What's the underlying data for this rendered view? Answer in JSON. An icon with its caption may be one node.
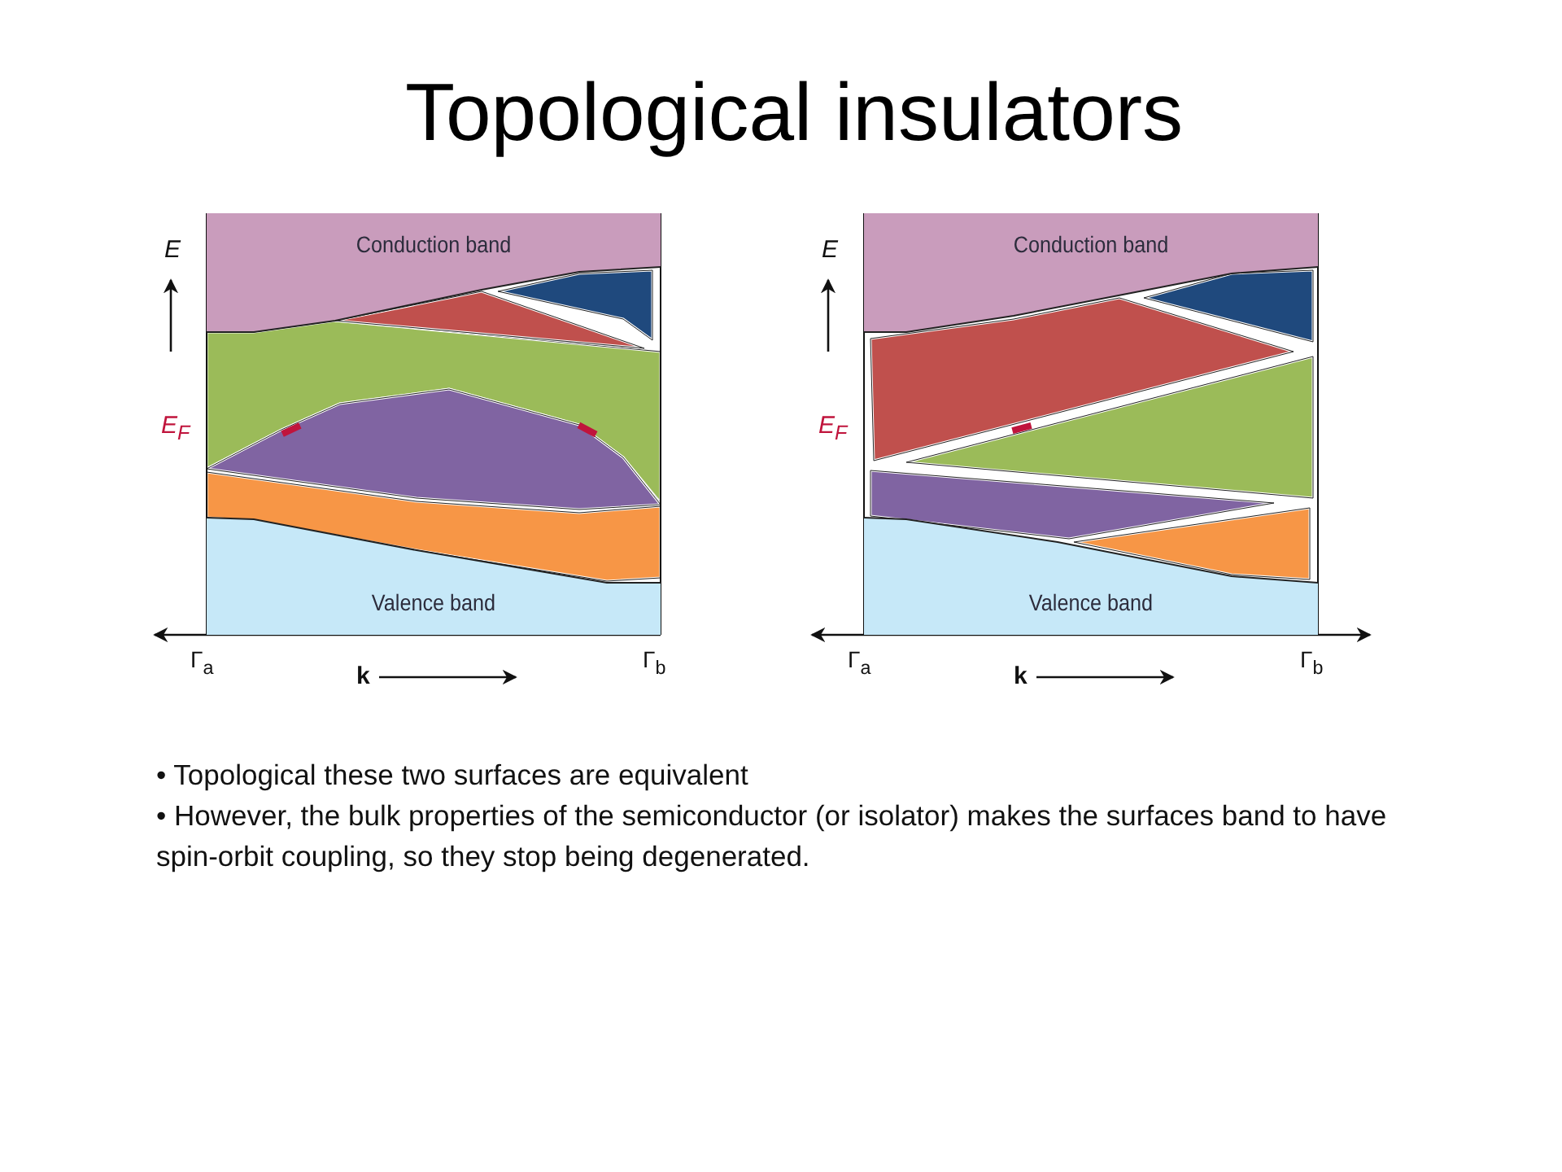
{
  "diagram": {
    "title": "Topological insulators",
    "nodes": [
      {
        "text": [
          "Conduction band"
        ]
      },
      {
        "text": [
          "Conduction band"
        ]
      },
      {
        "text": [
          "Valence band"
        ]
      },
      {
        "text": [
          "Valence band"
        ]
      }
    ],
    "labels": [
      "E",
      "E$_{F}$",
      "Γ$_{a}$",
      "k",
      "Γ$_{b}$",
      "E",
      "E$_{F}$",
      "Γ$_{a}$",
      "k",
      "Γ$_{b}$",
      "• Topological these two surfaces are equivalent",
      "• However, the bulk properties of the semiconductor (or isolator) makes the surfaces band to have spin-orbit coupling, so they stop being degenerated."
    ]
  }
}
